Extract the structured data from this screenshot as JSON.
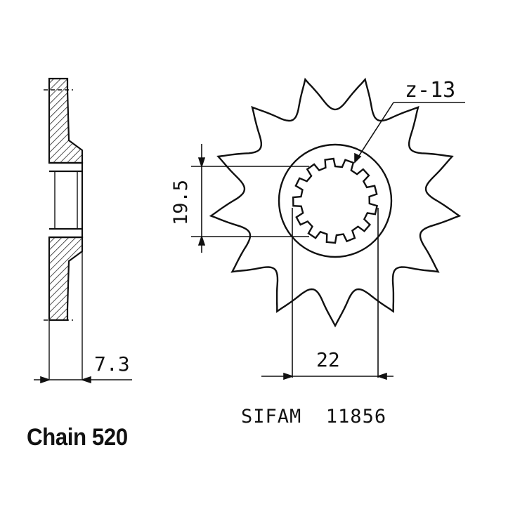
{
  "drawing": {
    "caption": "Chain 520",
    "brand": "SIFAM",
    "part_number": "11856",
    "teeth_label": "z-13",
    "dim_thickness": "7.3",
    "dim_spline": "19.5",
    "dim_bore": "22",
    "teeth_count": 13,
    "spline_count": 13
  }
}
